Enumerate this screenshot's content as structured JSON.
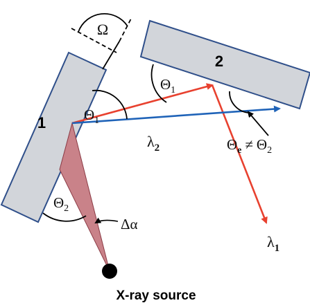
{
  "crystals": {
    "crystal_1_label": "1",
    "crystal_2_label": "2",
    "fill_color": "#d2d5da",
    "edge_color": "#2f4f8a"
  },
  "angles": {
    "omega_symbol": "Ω",
    "theta1_base": "Θ",
    "theta1_sub": "1",
    "theta2_base": "Θ",
    "theta2_sub": "2",
    "theta_e_base": "Θ",
    "theta_e_sub": "e",
    "theta_e_relation": "≠",
    "theta_e_rhs_base": "Θ",
    "theta_e_rhs_sub": "2",
    "delta_alpha": "Δα"
  },
  "rays": {
    "lambda1_base": "λ",
    "lambda1_sub": "1",
    "lambda2_base": "λ",
    "lambda2_sub": "2",
    "lambda1_color": "#e8412f",
    "lambda2_color": "#1f63b8",
    "divergence_fill": "#c98289"
  },
  "source": {
    "caption": "X-ray source",
    "dot_color": "#000000"
  }
}
